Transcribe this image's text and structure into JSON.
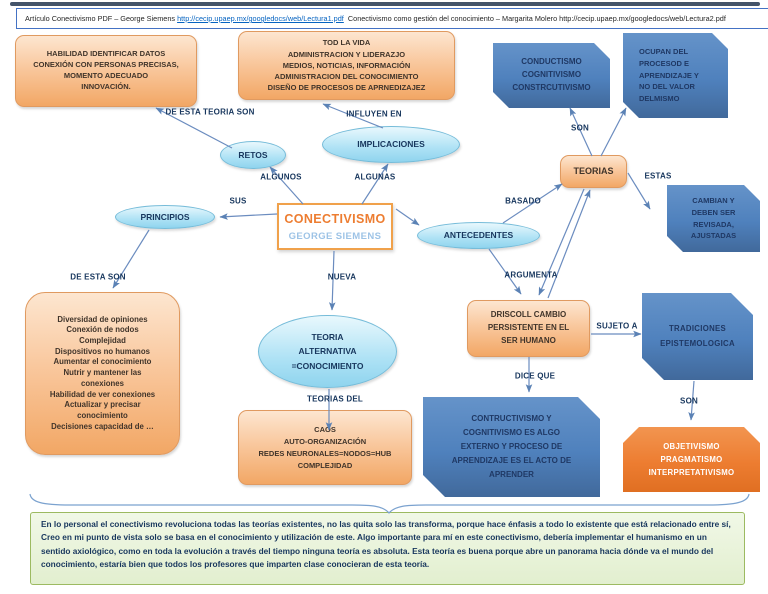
{
  "header": {
    "text_before_link": "Artículo Conectivismo PDF – George Siemens ",
    "link_text": "http://cecip.upaep.mx/googledocs/web/Lectura1.pdf",
    "text_after_link": "  Conectivismo como gestión del conocimiento – Margarita Molero http://cecip.upaep.mx/googledocs/web/Lectura2.pdf"
  },
  "center": {
    "title": "CONECTIVISMO",
    "subtitle": "GEORGE SIEMENS"
  },
  "ellipses": {
    "retos": "RETOS",
    "implicaciones": "IMPLICACIONES",
    "principios": "PRINCIPIOS",
    "antecedentes": "ANTECEDENTES",
    "teoria_alternativa": "TEORIA\nALTERNATIVA\n=CONOCIMIENTO"
  },
  "boxes": {
    "habilidad": "HABILIDAD IDENTIFICAR  DATOS\nCONEXIÓN CON PERSONAS PRECISAS,\nMOMENTO ADECUADO\nINNOVACIÓN.",
    "tod_la_vida": "TOD LA VIDA\nADMINISTRACION Y LIDERAZJO\nMEDIOS, NOTICIAS, INFORMACIÓN\nADMINISTRACION DEL CONOCIMIENTO\nDISEÑO DE PROCESOS DE APRNEDIZAJEZ",
    "conductismo": "CONDUCTISMO\nCOGNITIVISMO\nCONSTRCUTIVISMO",
    "ocupan": "OCUPAN DEL\nPROCESOD E\nAPRENDIZAJE Y\nNO DEL VALOR\nDELMISMO",
    "teorias": "TEORIAS",
    "cambian": "CAMBIAN Y\nDEBEN SER\nREVISADA,\nAJUSTADAS",
    "principios_lista": "Diversidad de opiniones\nConexión de nodos\nComplejidad\nDispositivos no humanos\nAumentar el conocimiento\nNutrir y mantener las\nconexiones\nHabilidad de ver conexiones\nActualizar y precisar\nconocimiento\nDecisiones capacidad de …",
    "driscoll": "DRISCOLL CAMBIO\nPERSISTENTE EN EL\nSER HUMANO",
    "caos": "CAOS\nAUTO-ORGANIZACIÓN\nREDES NEURONALES=NODOS=HUB\nCOMPLEJIDAD",
    "contructivismo": "CONTRUCTIVISMO Y\nCOGNITIVISMO  ES ALGO\nEXTERNO Y PROCESO DE\nAPRENDIZAJE ES EL ACTO DE\nAPRENDER",
    "tradiciones": "TRADICIONES\nEPISTEMOLOGICA",
    "objetivismo": "OBJETIVISMO\nPRAGMATISMO\nINTERPRETATIVISMO"
  },
  "connector_labels": {
    "de_esta_teoria_son": "DE ESTA TEORIA SON",
    "influyen_en": "INFLUYEN EN",
    "son_top": "SON",
    "algunos": "ALGUNOS",
    "algunas": "ALGUNAS",
    "sus": "SUS",
    "basado": "BASADO",
    "estas": "ESTAS",
    "de_esta_son": "DE ESTA SON",
    "nueva": "NUEVA",
    "argumenta": "ARGUMENTA",
    "sujeto_a": "SUJETO A",
    "dice_que": "DICE QUE",
    "son_bottom": "SON",
    "teorias_del": "TEORIAS DEL"
  },
  "comment": "En lo personal el conectivismo revoluciona todas las teorías existentes, no las quita solo las transforma,  porque hace énfasis a todo lo existente que está relacionado entre sí, Creo en mi punto de vista solo se basa en el conocimiento y utilización de este. Algo importante para mí en este conectivismo, debería implementar el humanismo en un sentido axiológico, como en toda la evolución a través del tiempo  ninguna teoría es absoluta. Esta teoría es buena porque  abre un panorama hacia dónde va el mundo del conocimiento, estaría bien que todos los profesores que imparten clase conocieran de esta teoría.",
  "colors": {
    "accent_orange": "#ed7d31",
    "orange_fill": "#f6b377",
    "blue_fill": "#4f81bd",
    "blue_text": "#1f3864",
    "ellipse_fill": "#aee2f5",
    "label_text": "#17365d",
    "connector": "#6b8cbf",
    "green_fill": "#e9f4d9",
    "green_border": "#9cba61",
    "subtitle_blue": "#9dc3e6"
  }
}
